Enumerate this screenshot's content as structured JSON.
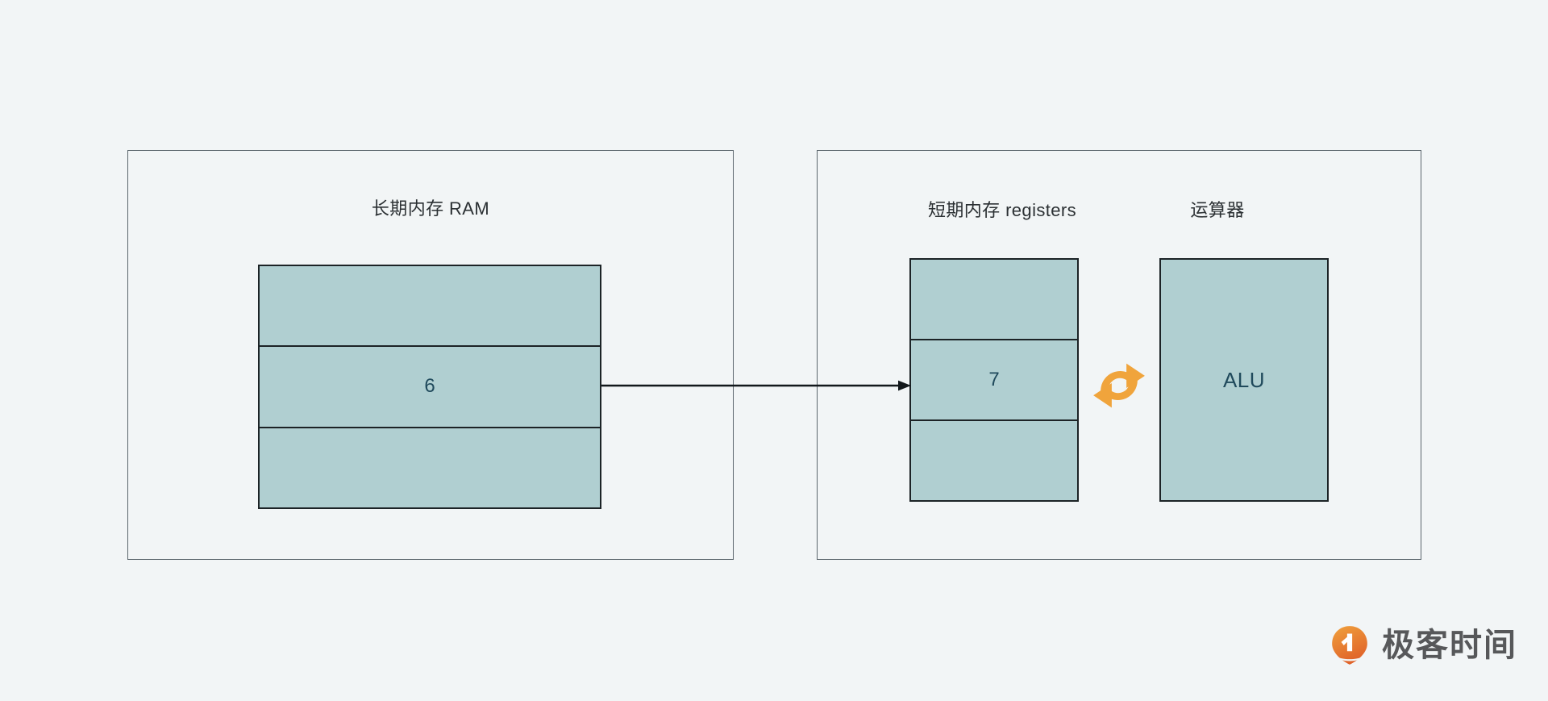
{
  "diagram": {
    "title": "CPU memory hierarchy diagram",
    "background_color": "#f2f5f6",
    "cell_fill_color": "#b0cfd1",
    "cell_border_color": "#1c2326",
    "panel_border_color": "#5c666d",
    "value_text_color": "#204a5c",
    "accent_color": "#f0a43c"
  },
  "panels": {
    "ram": {
      "caption": "长期内存 RAM",
      "cells": [
        {
          "value": ""
        },
        {
          "value": "6"
        },
        {
          "value": ""
        }
      ]
    },
    "cpu": {
      "registers": {
        "caption": "短期内存 registers",
        "cells": [
          {
            "value": ""
          },
          {
            "value": "7"
          },
          {
            "value": ""
          }
        ]
      },
      "alu": {
        "caption": "运算器",
        "label": "ALU"
      }
    }
  },
  "connectors": {
    "ram_to_register": {
      "icon": "right-arrow-icon",
      "color": "#12181b"
    },
    "register_alu_sync": {
      "icon": "sync-cycle-icon",
      "color": "#f0a43c"
    }
  },
  "watermark": {
    "brand_text": "极客时间",
    "mark_icon": "geektime-logo-icon",
    "mark_color": "#e8722a",
    "text_color": "#57585a"
  }
}
